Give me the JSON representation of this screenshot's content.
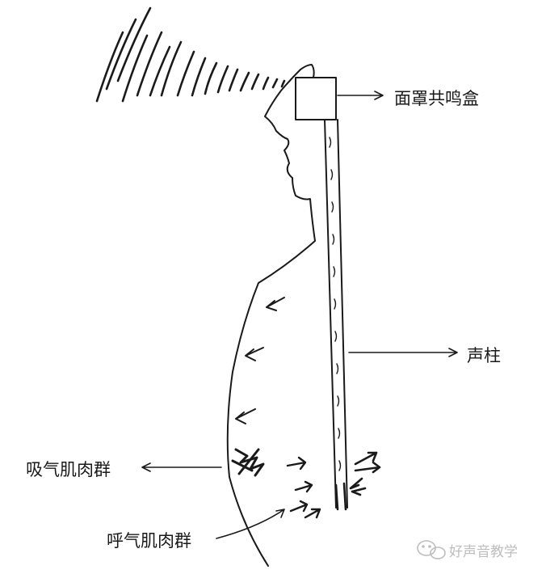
{
  "labels": {
    "mask_resonator": "面罩共鸣盒",
    "sound_column": "声柱",
    "inhale_muscles": "吸气肌肉群",
    "exhale_muscles": "呼气肌肉群"
  },
  "watermark": {
    "text": "好声音教学",
    "icon": "wechat-icon"
  },
  "colors": {
    "ink": "#1a1a1a",
    "watermark": "#bdbdbd"
  }
}
